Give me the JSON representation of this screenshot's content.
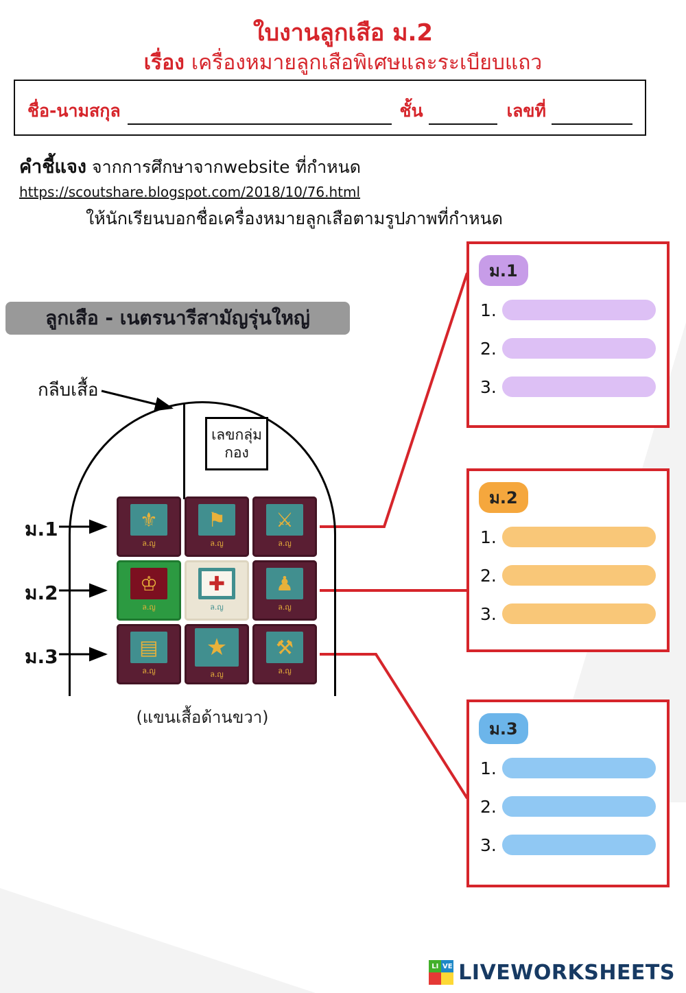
{
  "header": {
    "title": "ใบงานลูกเสือ ม.2",
    "subtitle_prefix": "เรื่อง",
    "subtitle": "เครื่องหมายลูกเสือพิเศษและระเบียบแถว"
  },
  "name_box": {
    "name_label": "ชื่อ-นามสกุล",
    "class_label": "ชั้น",
    "number_label": "เลขที่"
  },
  "instructions": {
    "heading": "คำชี้แจง",
    "line1": "จากการศึกษาจากwebsite ที่กำหนด",
    "url": "https://scoutshare.blogspot.com/2018/10/76.html",
    "line2": "ให้นักเรียนบอกชื่อเครื่องหมายลูกเสือตามรูปภาพที่กำหนด"
  },
  "figure": {
    "banner": "ลูกเสือ - เนตรนารีสามัญรุ่นใหญ่",
    "collar_label": "กลีบเสื้อ",
    "group_box_line1": "เลขกลุ่ม",
    "group_box_line2": "กอง",
    "row_labels": [
      "ม.1",
      "ม.2",
      "ม.3"
    ],
    "caption": "(แขนเสื้อด้านขวา)",
    "badge_text": "ล.ญ",
    "badges": [
      {
        "emblem": "scout-figure",
        "glyph": "⚜"
      },
      {
        "emblem": "figure-with-staff",
        "glyph": "⚑"
      },
      {
        "emblem": "crossed-staves",
        "glyph": "⚔"
      },
      {
        "emblem": "crown",
        "glyph": "♔"
      },
      {
        "emblem": "first-aid-cross",
        "glyph": "✚"
      },
      {
        "emblem": "trumpeter-figure",
        "glyph": "♟"
      },
      {
        "emblem": "book",
        "glyph": "▤"
      },
      {
        "emblem": "star",
        "glyph": "★"
      },
      {
        "emblem": "axe",
        "glyph": "⚒"
      }
    ]
  },
  "answers": [
    {
      "label": "ม.1",
      "pill_color": "#c79ce8",
      "bar_color": "#ddc0f5",
      "items": [
        "1.",
        "2.",
        "3."
      ]
    },
    {
      "label": "ม.2",
      "pill_color": "#f5a73d",
      "bar_color": "#f9c778",
      "items": [
        "1.",
        "2.",
        "3."
      ]
    },
    {
      "label": "ม.3",
      "pill_color": "#6cb5ea",
      "bar_color": "#90c8f3",
      "items": [
        "1.",
        "2.",
        "3."
      ]
    }
  ],
  "footer": {
    "brand": "LIVEWORKSHEETS",
    "icon_letters": [
      "LI",
      "VE"
    ]
  },
  "colors": {
    "accent_red": "#d6252b",
    "badge_maroon": "#5a1e33",
    "badge_teal": "#418f8f",
    "badge_gold": "#e8b13a"
  }
}
